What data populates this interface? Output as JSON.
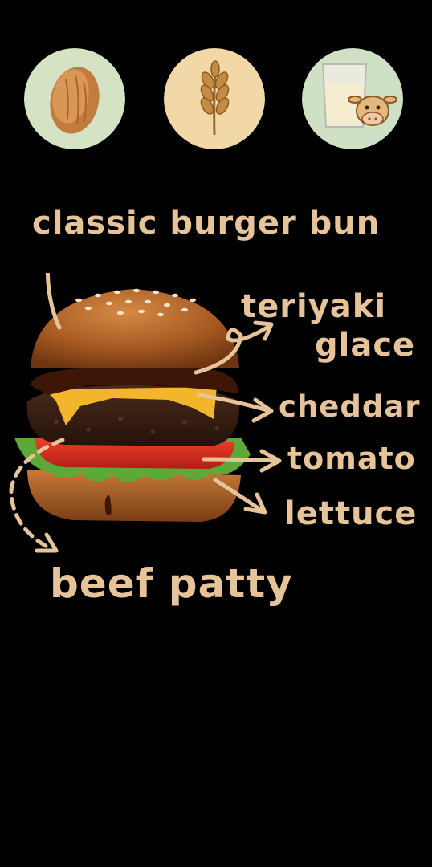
{
  "allergens": [
    {
      "icon": "almond-nut-icon",
      "color": "#d9e6c8"
    },
    {
      "icon": "wheat-icon",
      "color": "#f3d9a5"
    },
    {
      "icon": "milk-cow-icon",
      "color": "#cfe1c6"
    }
  ],
  "labels": {
    "bun": "classic burger bun",
    "glace_line1": "teriyaki",
    "glace_line2": "glace",
    "cheddar": "cheddar",
    "tomato": "tomato",
    "lettuce": "lettuce",
    "patty": "beef patty"
  },
  "colors": {
    "background": "#000000",
    "label": "#e7c39a"
  }
}
